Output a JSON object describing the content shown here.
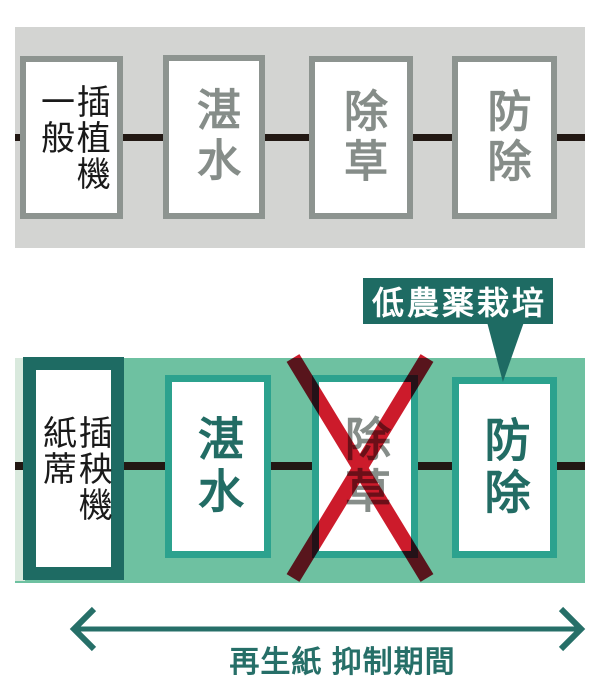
{
  "colors": {
    "band_gray": "#d3d4d2",
    "gray_border": "#8d9490",
    "gray_text": "#868d89",
    "line_black": "#221813",
    "band_green": "#6ec1a1",
    "pale_mint": "#d9e9dd",
    "dark_teal": "#1e6b63",
    "teal_border": "#2ca28e",
    "teal_text": "#226c64",
    "arrow_teal": "#266f68",
    "cross_red": "#cc1b2b",
    "box_fill": "#ffffff",
    "label_text": "#ffffff"
  },
  "top_band": {
    "boxes": [
      {
        "label": "一般插植機",
        "col_left": "一般",
        "col_right": "插植機"
      },
      {
        "label": "湛水"
      },
      {
        "label": "除草"
      },
      {
        "label": "防除"
      }
    ]
  },
  "bottom_band": {
    "boxes": [
      {
        "label": "紙蓆插秧機",
        "col_left": "紙蓆",
        "col_right": "插秧機"
      },
      {
        "label": "湛水"
      },
      {
        "label": "除草",
        "status": "crossed-out"
      },
      {
        "label": "防除"
      }
    ],
    "callout": {
      "label": "低農薬栽培"
    }
  },
  "footer": {
    "arrow_label": "再生紙 抑制期間"
  }
}
